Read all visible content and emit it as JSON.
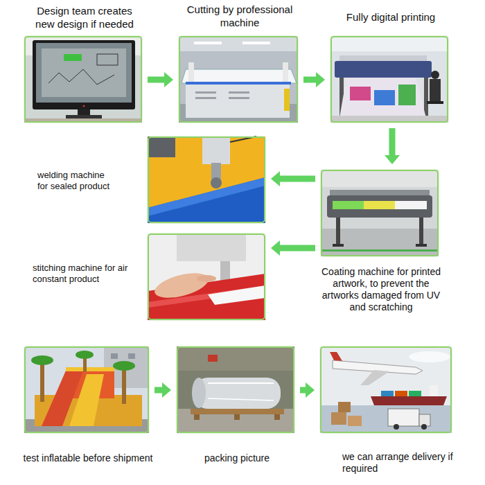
{
  "diagram": {
    "nodes": [
      {
        "text": [
          "Design team creates new design if needed"
        ]
      },
      {
        "text": [
          "Cutting by professional machine"
        ]
      },
      {
        "text": [
          "Fully digital printing"
        ]
      },
      {
        "text": [
          "welding machine for sealed product"
        ]
      },
      {
        "text": [
          "Coating machine for printed artwork, to prevent the artworks damaged from UV and scratching"
        ]
      },
      {
        "text": [
          "stitching machine for air constant product"
        ]
      },
      {
        "text": [
          "test inflatable before shipment"
        ]
      },
      {
        "text": [
          "packing picture"
        ]
      },
      {
        "text": [
          "we can arrange delivery if required"
        ]
      }
    ],
    "edges": [
      {
        "from": 0,
        "to": 1,
        "arrow": "to"
      },
      {
        "from": 1,
        "to": 2,
        "arrow": "to"
      },
      {
        "from": 2,
        "to": 4,
        "arrow": "to"
      },
      {
        "from": 4,
        "to": 3,
        "arrow": "to"
      },
      {
        "from": 4,
        "to": 5,
        "arrow": "to"
      },
      {
        "from": 6,
        "to": 7,
        "arrow": "to"
      },
      {
        "from": 7,
        "to": 8,
        "arrow": "to"
      }
    ]
  }
}
